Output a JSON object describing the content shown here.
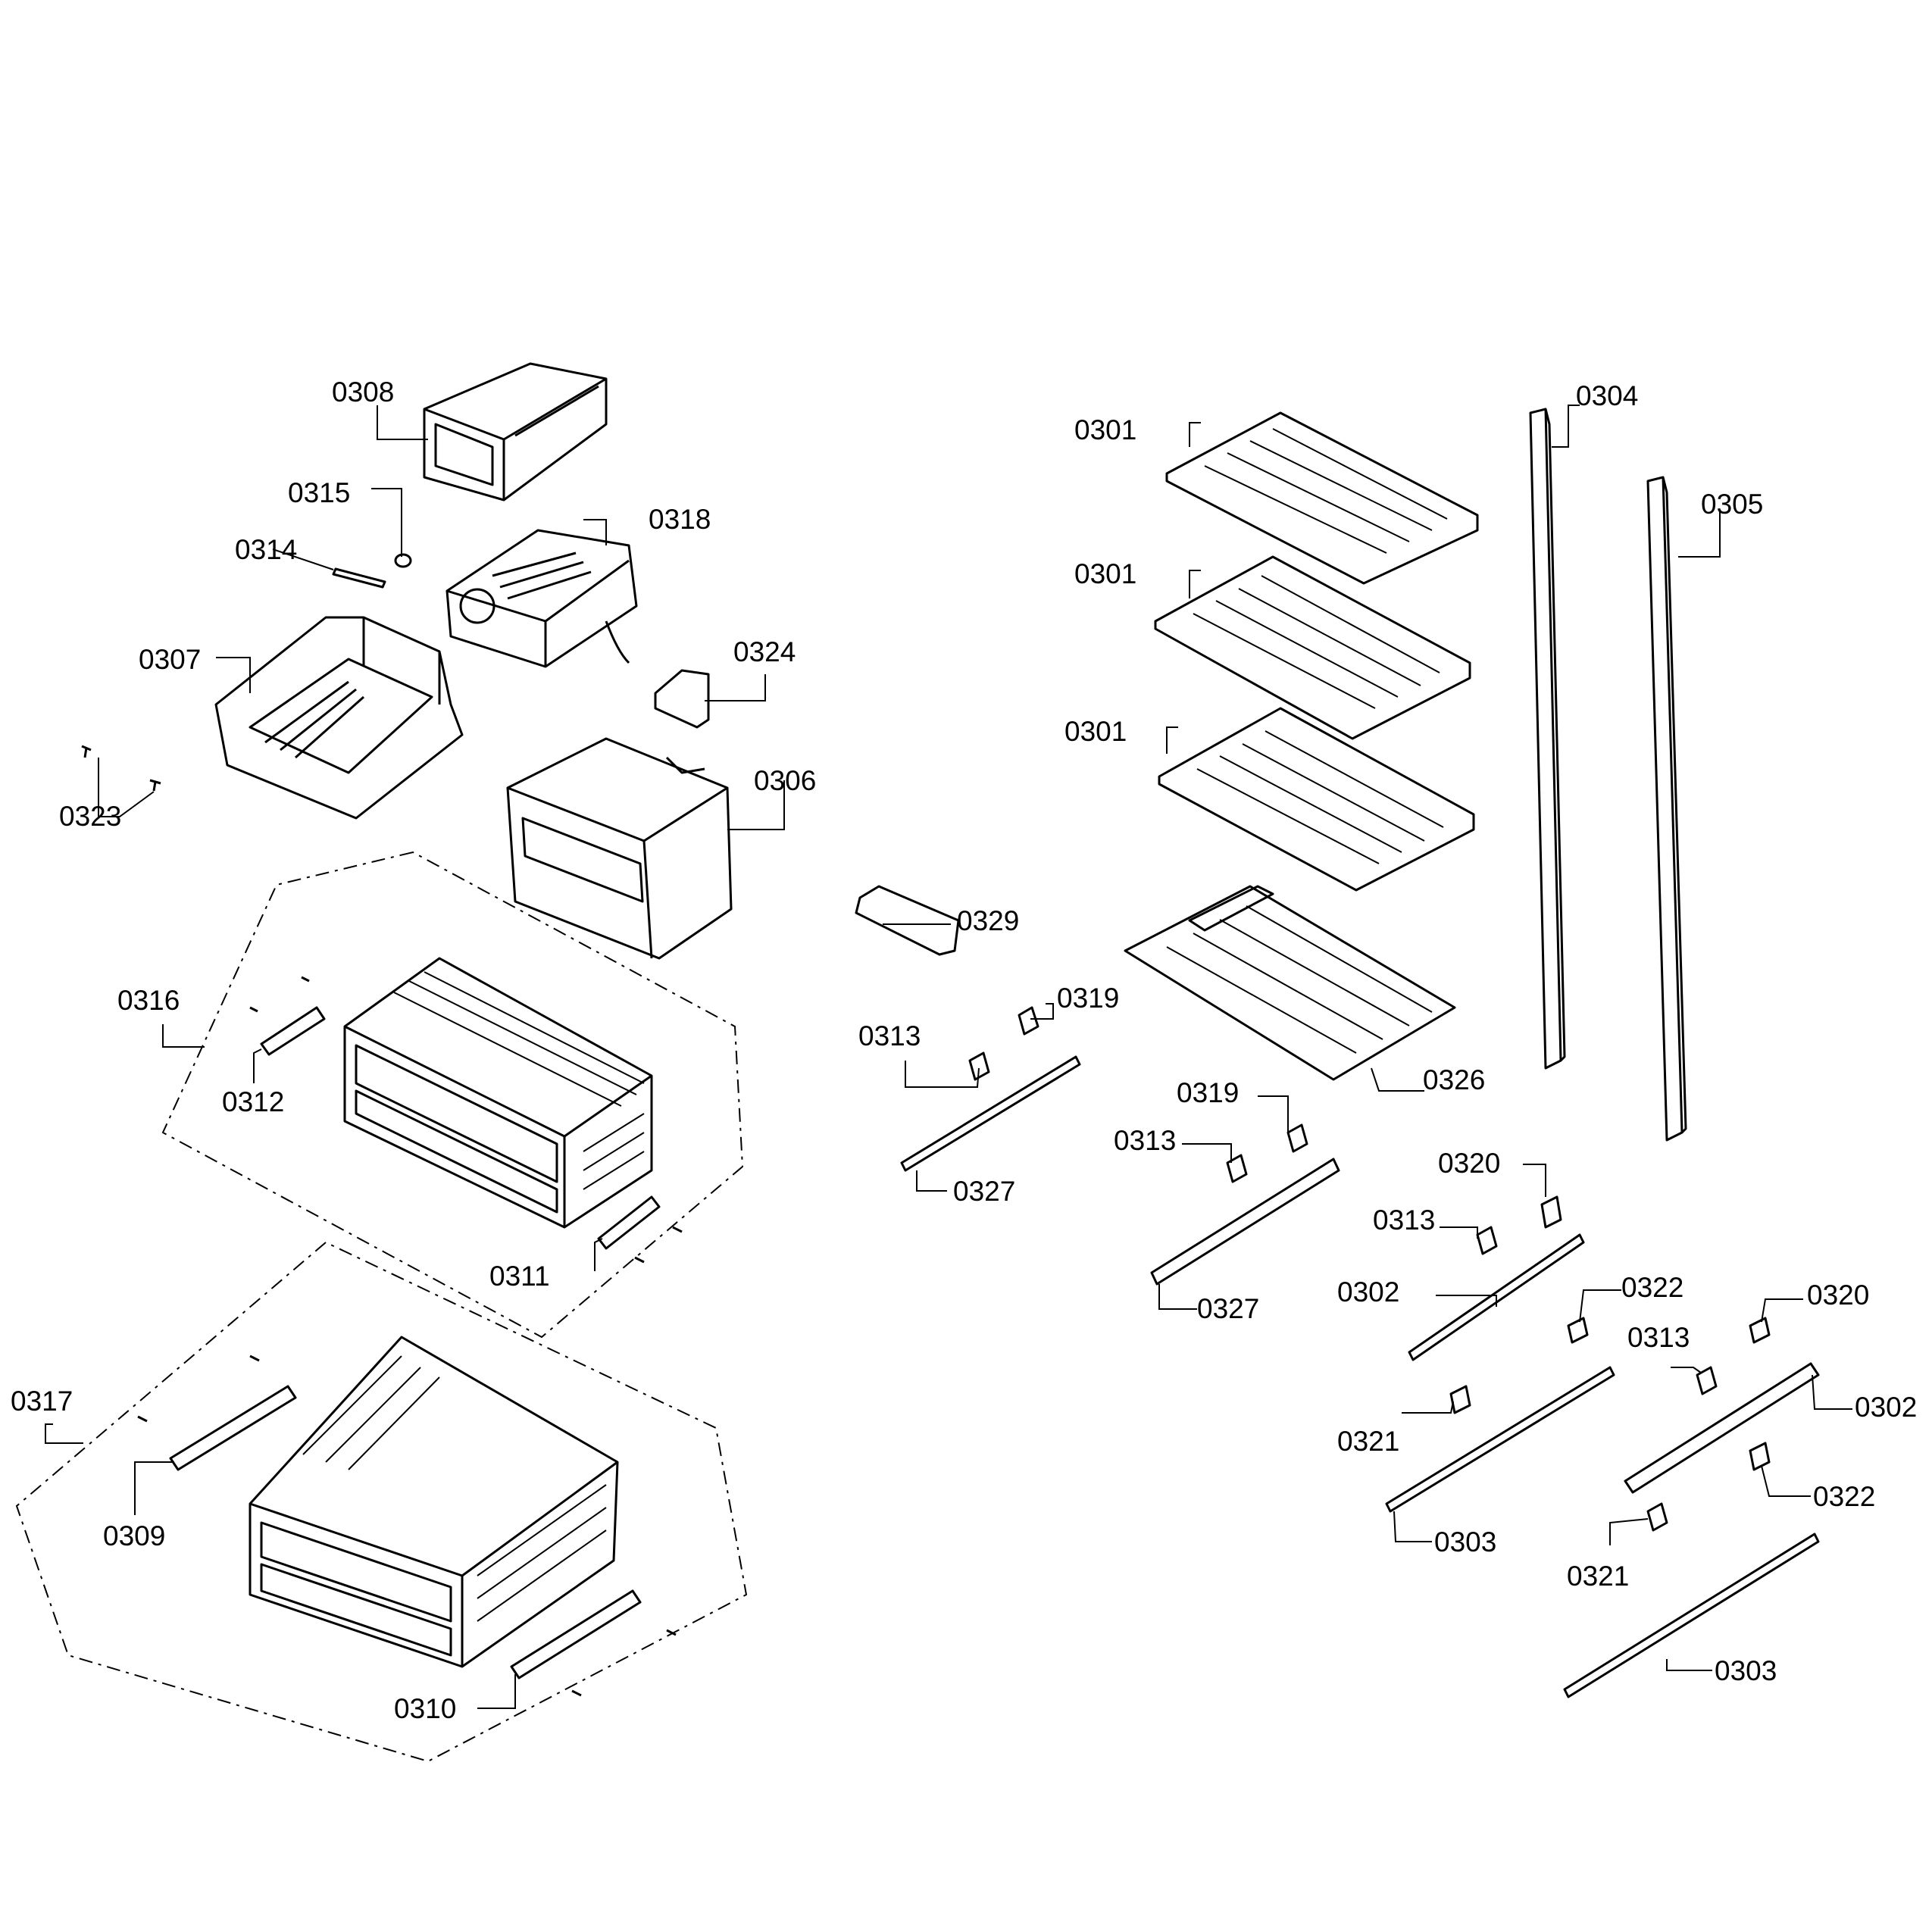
{
  "diagram": {
    "labels": {
      "l0308": "0308",
      "l0315": "0315",
      "l0318": "0318",
      "l0314": "0314",
      "l0307": "0307",
      "l0324": "0324",
      "l0323": "0323",
      "l0306": "0306",
      "l0316": "0316",
      "l0312": "0312",
      "l0311": "0311",
      "l0317": "0317",
      "l0309": "0309",
      "l0310": "0310",
      "l0301a": "0301",
      "l0301b": "0301",
      "l0301c": "0301",
      "l0304": "0304",
      "l0305": "0305",
      "l0329": "0329",
      "l0319a": "0319",
      "l0313a": "0313",
      "l0327a": "0327",
      "l0326": "0326",
      "l0319b": "0319",
      "l0313b": "0313",
      "l0327b": "0327",
      "l0320a": "0320",
      "l0313c": "0313",
      "l0302a": "0302",
      "l0322a": "0322",
      "l0320b": "0320",
      "l0313d": "0313",
      "l0302b": "0302",
      "l0321a": "0321",
      "l0303a": "0303",
      "l0322b": "0322",
      "l0321b": "0321",
      "l0303b": "0303"
    }
  }
}
